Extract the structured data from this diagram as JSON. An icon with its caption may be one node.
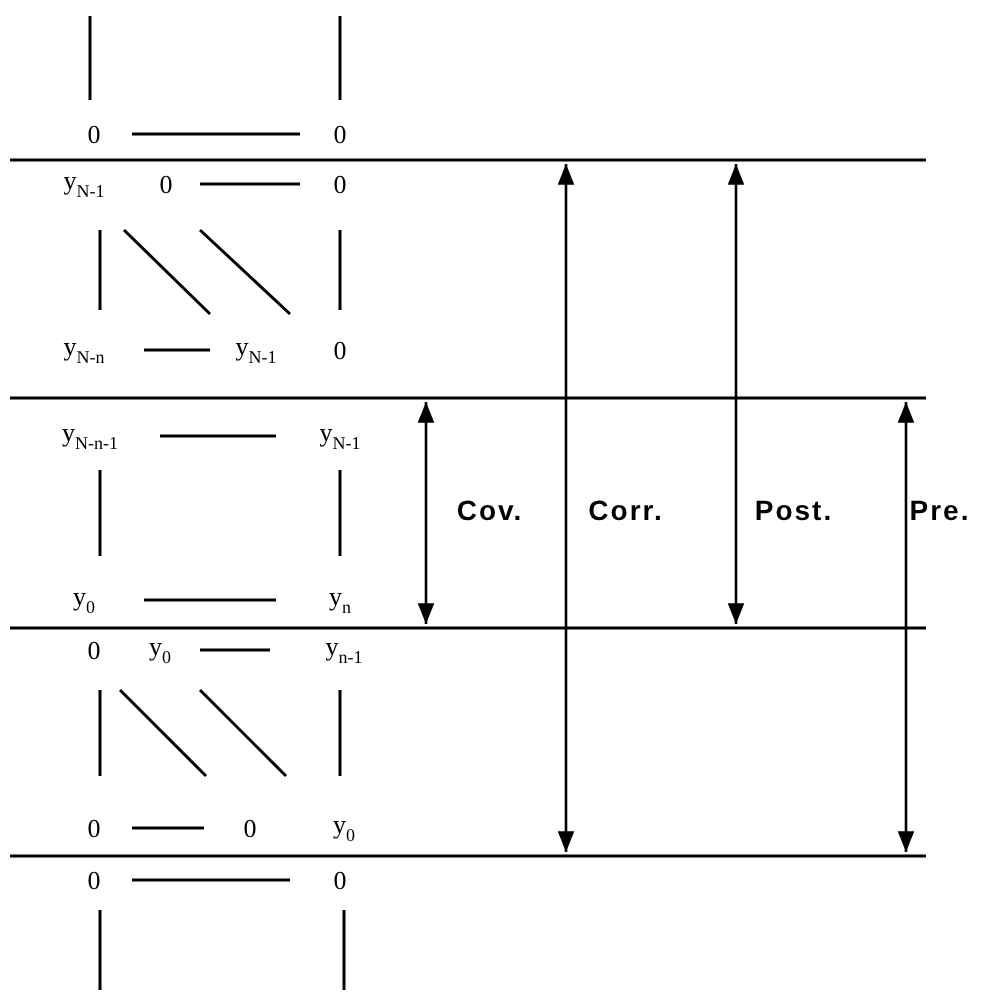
{
  "diagram": {
    "labels": [
      "0",
      "0",
      "y$_{N-1}$",
      "0",
      "0",
      "y$_{N-n}$",
      "y$_{N-1}$",
      "0",
      "y$_{N-n-1}$",
      "y$_{N-1}$",
      "Cov.",
      "Corr.",
      "Post.",
      "Pre.",
      "y$_{0}$",
      "y$_{n}$",
      "0",
      "y$_{0}$",
      "y$_{n-1}$",
      "0",
      "0",
      "y$_{0}$",
      "0",
      "0"
    ]
  }
}
